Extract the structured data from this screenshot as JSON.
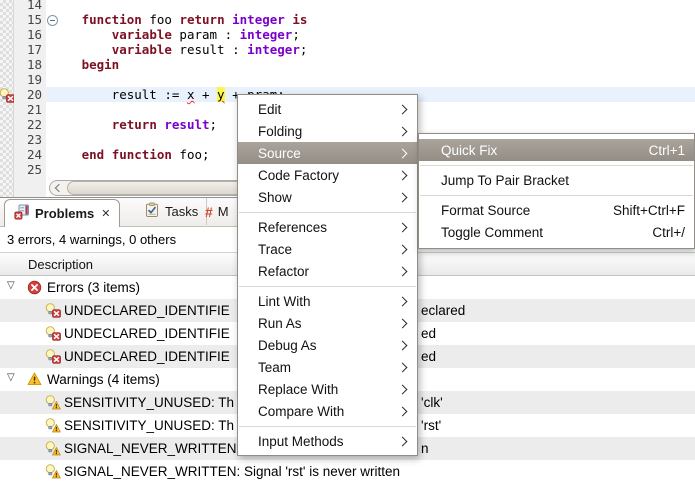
{
  "colors": {
    "keyword": "#7d1023",
    "type": "#7a00cc",
    "current_line_bg": "#e8f1fc",
    "occurrence_bg": "#fbf84b",
    "menu_selection": "#9d978e",
    "row_alt_bg": "#ececec"
  },
  "editor": {
    "lines": [
      {
        "num": "14",
        "segments": []
      },
      {
        "num": "15",
        "fold": true,
        "segments": [
          {
            "t": "   "
          },
          {
            "t": "function",
            "c": "kw"
          },
          {
            "t": " foo "
          },
          {
            "t": "return",
            "c": "kw"
          },
          {
            "t": " "
          },
          {
            "t": "integer",
            "c": "ty"
          },
          {
            "t": " "
          },
          {
            "t": "is",
            "c": "kw"
          }
        ]
      },
      {
        "num": "16",
        "segments": [
          {
            "t": "       "
          },
          {
            "t": "variable",
            "c": "kw"
          },
          {
            "t": " param : "
          },
          {
            "t": "integer",
            "c": "ty"
          },
          {
            "t": ";"
          }
        ]
      },
      {
        "num": "17",
        "segments": [
          {
            "t": "       "
          },
          {
            "t": "variable",
            "c": "kw"
          },
          {
            "t": " result : "
          },
          {
            "t": "integer",
            "c": "ty"
          },
          {
            "t": ";"
          }
        ]
      },
      {
        "num": "18",
        "segments": [
          {
            "t": "   "
          },
          {
            "t": "begin",
            "c": "kw"
          }
        ]
      },
      {
        "num": "19",
        "segments": []
      },
      {
        "num": "20",
        "hl": true,
        "marker": "fix-error",
        "segments": [
          {
            "t": "       result := "
          },
          {
            "t": "x",
            "c": "err"
          },
          {
            "t": " + "
          },
          {
            "t": "y",
            "c": "occ"
          },
          {
            "t": " + pram;"
          }
        ]
      },
      {
        "num": "21",
        "segments": []
      },
      {
        "num": "22",
        "segments": [
          {
            "t": "       "
          },
          {
            "t": "return",
            "c": "kw"
          },
          {
            "t": " "
          },
          {
            "t": "result",
            "c": "ty"
          },
          {
            "t": ";"
          }
        ]
      },
      {
        "num": "23",
        "segments": []
      },
      {
        "num": "24",
        "segments": [
          {
            "t": "   "
          },
          {
            "t": "end",
            "c": "kw"
          },
          {
            "t": " "
          },
          {
            "t": "function",
            "c": "kw"
          },
          {
            "t": " foo;"
          }
        ]
      },
      {
        "num": "25",
        "segments": []
      }
    ]
  },
  "context_menu": {
    "items": [
      {
        "label": "Edit",
        "submenu": true
      },
      {
        "label": "Folding",
        "submenu": true
      },
      {
        "label": "Source",
        "submenu": true,
        "selected": true
      },
      {
        "label": "Code Factory",
        "submenu": true
      },
      {
        "label": "Show",
        "submenu": true
      },
      {
        "separator": true
      },
      {
        "label": "References",
        "submenu": true
      },
      {
        "label": "Trace",
        "submenu": true
      },
      {
        "label": "Refactor",
        "submenu": true
      },
      {
        "separator": true
      },
      {
        "label": "Lint With",
        "submenu": true
      },
      {
        "label": "Run As",
        "submenu": true
      },
      {
        "label": "Debug As",
        "submenu": true
      },
      {
        "label": "Team",
        "submenu": true
      },
      {
        "label": "Replace With",
        "submenu": true
      },
      {
        "label": "Compare With",
        "submenu": true
      },
      {
        "separator": true
      },
      {
        "label": "Input Methods",
        "submenu": true
      }
    ]
  },
  "submenu": {
    "items": [
      {
        "label": "Quick Fix",
        "accel": "Ctrl+1",
        "selected": true
      },
      {
        "separator": true
      },
      {
        "label": "Jump To Pair Bracket"
      },
      {
        "separator": true
      },
      {
        "label": "Format Source",
        "accel": "Shift+Ctrl+F"
      },
      {
        "label": "Toggle Comment",
        "accel": "Ctrl+/"
      }
    ]
  },
  "problems": {
    "tabs": [
      {
        "label": "Problems",
        "icon": "problems-icon",
        "active": true,
        "close_glyph": "✕"
      },
      {
        "label": "Tasks",
        "icon": "tasks-icon"
      },
      {
        "label": "M",
        "icon": "hash-icon"
      }
    ],
    "summary": "3 errors, 4 warnings, 0 others",
    "column_header": "Description",
    "rows": [
      {
        "kind": "group",
        "icon": "error",
        "expander": "▽",
        "label": "Errors (3 items)"
      },
      {
        "kind": "leaf",
        "icon": "fix-error",
        "left": "UNDECLARED_IDENTIFIE",
        "right": "eclared"
      },
      {
        "kind": "leaf",
        "icon": "fix-error",
        "left": "UNDECLARED_IDENTIFIE",
        "right": "ed"
      },
      {
        "kind": "leaf",
        "icon": "fix-error",
        "left": "UNDECLARED_IDENTIFIE",
        "right": "ed"
      },
      {
        "kind": "group",
        "icon": "warning",
        "expander": "▽",
        "label": "Warnings (4 items)"
      },
      {
        "kind": "leaf",
        "icon": "fix-warning",
        "left": "SENSITIVITY_UNUSED: Th",
        "right": "'clk'"
      },
      {
        "kind": "leaf",
        "icon": "fix-warning",
        "left": "SENSITIVITY_UNUSED: Th",
        "right": "'rst'"
      },
      {
        "kind": "leaf",
        "icon": "fix-warning",
        "left": "SIGNAL_NEVER_WRITTEN",
        "right": "n"
      },
      {
        "kind": "leaf",
        "icon": "fix-warning",
        "left": "SIGNAL_NEVER_WRITTEN: Signal 'rst' is never written",
        "right": ""
      }
    ]
  }
}
